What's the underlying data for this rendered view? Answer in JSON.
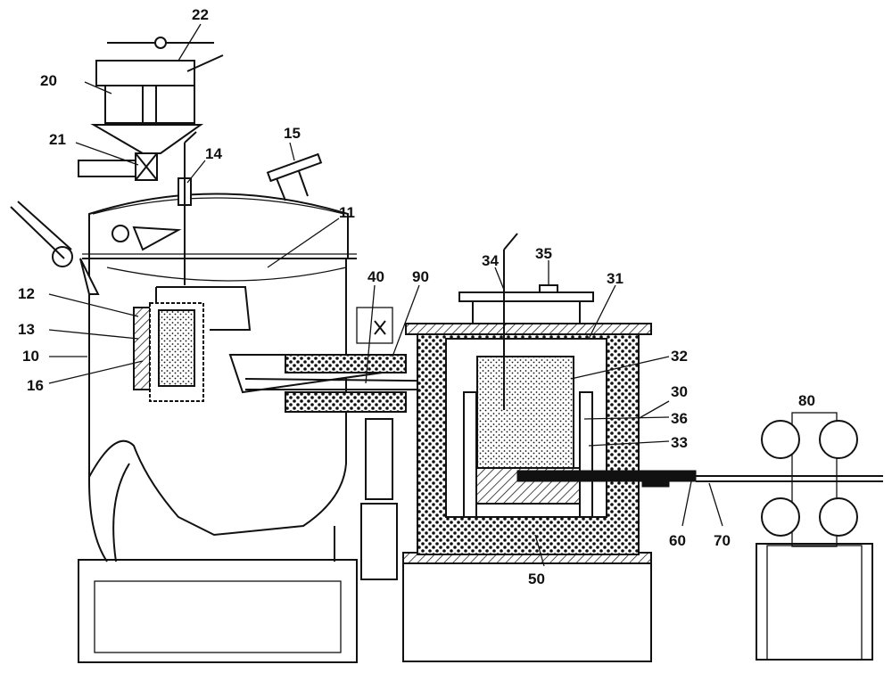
{
  "figure": {
    "labels": {
      "l10": "10",
      "l11": "11",
      "l12": "12",
      "l13": "13",
      "l14": "14",
      "l15": "15",
      "l16": "16",
      "l20": "20",
      "l21": "21",
      "l22": "22",
      "l30": "30",
      "l31": "31",
      "l32": "32",
      "l33": "33",
      "l34": "34",
      "l35": "35",
      "l36": "36",
      "l40": "40",
      "l50": "50",
      "l60": "60",
      "l70": "70",
      "l80": "80",
      "l90": "90"
    },
    "line_color": "#111111",
    "background": "#ffffff"
  }
}
